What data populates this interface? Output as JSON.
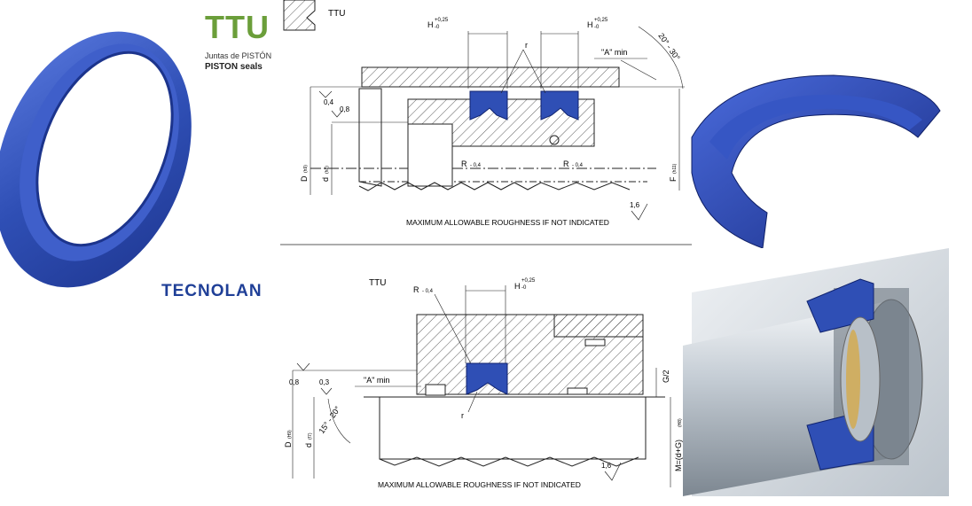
{
  "brand": {
    "product_code": "TTU",
    "subtitle_es_prefix": "Juntas",
    "subtitle_es_suffix": "de PISTÓN",
    "subtitle_en": "PISTON seals",
    "logo": "TECNOLAN"
  },
  "top_drawing": {
    "profile_label": "TTU",
    "h_dim_left": "H",
    "h_tol": "+0,25",
    "h_tol_low": "-0",
    "h_dim_right": "H",
    "a_min": "\"A\" min",
    "angle": "20° - 30°",
    "r_label": "r",
    "radius_left": "R",
    "radius_right": "R",
    "radius_tol": "- 0,4",
    "roughness_04": "0,4",
    "roughness_08": "0,8",
    "roughness_16": "1,6",
    "dim_D": "D",
    "dim_D_tol": "(h9)",
    "dim_d": "d",
    "dim_d_tol": "(h8)",
    "dim_F": "F",
    "dim_F_tol": "(h11)",
    "note": "MAXIMUM ALLOWABLE ROUGHNESS IF NOT INDICATED"
  },
  "bottom_drawing": {
    "profile_label": "TTU",
    "radius": "R",
    "radius_tol": "- 0,4",
    "h_dim": "H",
    "h_tol": "+0,25",
    "h_tol_low": "-0",
    "a_min": "\"A\" min",
    "roughness_08": "0,8",
    "roughness_03": "0,3",
    "roughness_16": "1,6",
    "angle": "15° - 20°",
    "r_label": "r",
    "g_half": "G/2",
    "dim_D": "D",
    "dim_D_tol": "(H9)",
    "dim_d": "d",
    "dim_d_tol": "(f7)",
    "dim_M": "M=(d+G)",
    "dim_M_tol": "(H8)",
    "note": "MAXIMUM ALLOWABLE ROUGHNESS IF NOT INDICATED"
  },
  "colors": {
    "seal_blue": "#2f4fb5",
    "brand_green": "#6b9e3a",
    "logo_blue": "#1f3f97"
  }
}
